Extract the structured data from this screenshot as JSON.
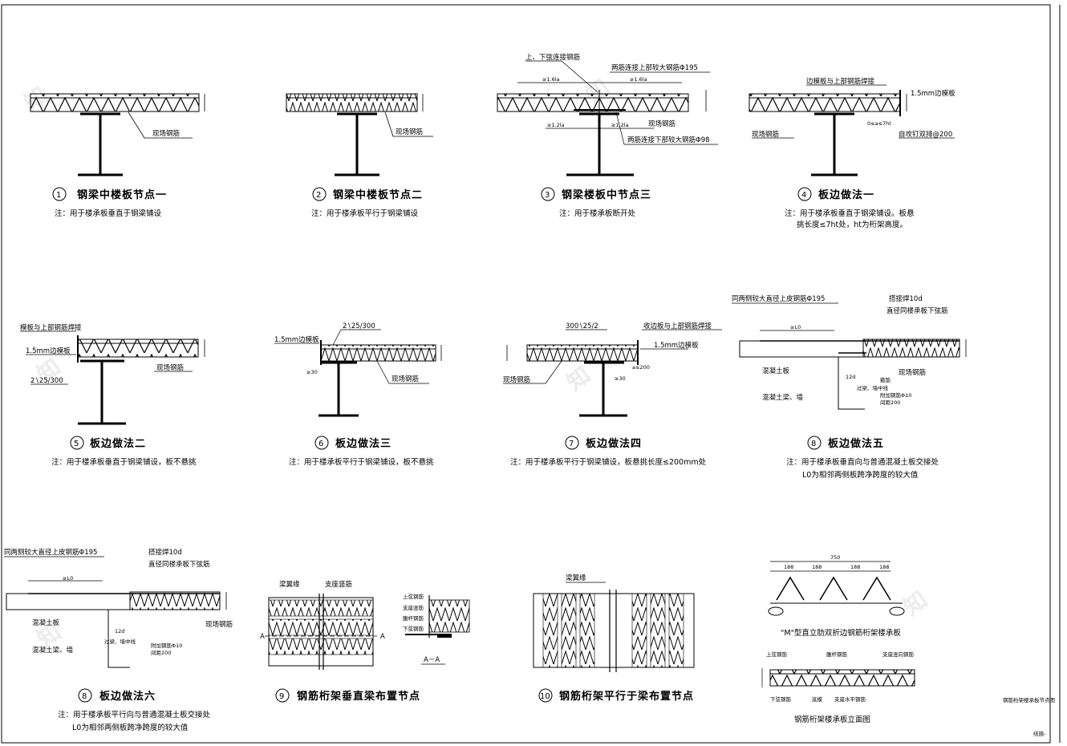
{
  "panels": [
    {
      "no": "1",
      "title": "钢梁中楼板节点一",
      "notes": [
        "注：用于楼承板垂直于钢梁铺设"
      ],
      "labels": [
        "现场钢筋"
      ]
    },
    {
      "no": "2",
      "title": "钢梁中楼板节点二",
      "notes": [
        "注：用于楼承板平行于钢梁铺设"
      ],
      "labels": [
        "现场钢筋"
      ]
    },
    {
      "no": "3",
      "title": "钢梁楼板中节点三",
      "notes": [
        "注：用于楼承板断开处"
      ],
      "labels": [
        "上、下弦连接钢筋",
        "两筋连接上部较大钢筋Φ195",
        "现场钢筋",
        "两筋连接下部较大钢筋Φ98",
        "≥1.6la",
        "≥1.6la",
        "≥1.2la",
        "≥1.2la"
      ]
    },
    {
      "no": "4",
      "title": "板边做法一",
      "notes": [
        "注：用于楼承板垂直于钢梁铺设。板悬",
        "挑长度≤7ht处，ht为桁架高度。"
      ],
      "labels": [
        "边模板与上部钢筋焊接",
        "1.5mm边模板",
        "现场钢筋",
        "自攻钉双排@200",
        "0≤a≤7ht"
      ]
    },
    {
      "no": "5",
      "title": "板边做法二",
      "notes": [
        "注：用于楼承板垂直于钢梁铺设，板不悬挑"
      ],
      "labels": [
        "模板与上部钢筋焊接",
        "1.5mm边模板",
        "2∖25/300",
        "现场钢筋"
      ]
    },
    {
      "no": "6",
      "title": "板边做法三",
      "notes": [
        "注：用于楼承板平行于钢梁铺设，板不悬挑"
      ],
      "labels": [
        "1.5mm边模板",
        "2∖25/300",
        "现场钢筋",
        "≥30"
      ]
    },
    {
      "no": "7",
      "title": "板边做法四",
      "notes": [
        "注：用于楼承板平行于钢梁铺设，板悬挑长度≤200mm处"
      ],
      "labels": [
        "300∖25/2",
        "收边板与上部钢筋焊接",
        "1.5mm边模板",
        "现场钢筋",
        "≥30",
        "a≤200"
      ]
    },
    {
      "no": "8",
      "title": "板边做法五",
      "notes": [
        "注：用于楼承板垂直向与普通混凝土板交接处",
        "L0为相邻两侧板跨净跨度的较大值"
      ],
      "labels": [
        "同两侧较大直径上皮钢筋Φ195",
        "搭接焊10d",
        "直径同楼承板下弦筋",
        "≥L0",
        "混凝土板",
        "现场钢筋",
        "混凝土梁、墙",
        "过梁、墙中线",
        "12d",
        "箍筋",
        "附加钢筋Φ10",
        "间距200"
      ]
    },
    {
      "no": "8",
      "title": "板边做法六",
      "notes": [
        "注：用于楼承板平行向与普通混凝土板交接处",
        "L0为相邻两侧板跨净跨度的较大值"
      ],
      "labels": [
        "同两侧较大直径上皮钢筋Φ195",
        "搭接焊10d",
        "直径同楼承板下弦筋",
        "≥L0",
        "混凝土板",
        "现场钢筋",
        "混凝土梁、墙",
        "过梁、墙中线",
        "12d",
        "附加钢筋Φ10",
        "间距200"
      ]
    },
    {
      "no": "9",
      "title": "钢筋桁架垂直梁布置节点",
      "notes": [],
      "labels": [
        "梁翼缘",
        "支座竖筋",
        "A",
        "A",
        "A－A",
        "上弦钢筋",
        "支座竖筋",
        "腹杆钢筋",
        "下弦钢筋"
      ]
    },
    {
      "no": "10",
      "title": "钢筋桁架平行于梁布置节点",
      "notes": [],
      "labels": [
        "梁翼缘"
      ]
    },
    {
      "no": "",
      "title": "\"M\"型直立肋双折边钢筋桁架楼承板",
      "notes": [
        "钢筋桁架楼承板立面图"
      ],
      "labels": [
        "750",
        "188",
        "188",
        "188",
        "188",
        "上弦钢筋",
        "腹杆钢筋",
        "支座竖向钢筋",
        "下弦钢筋",
        "底模",
        "支座水平钢筋"
      ]
    }
  ],
  "sheet_labels": {
    "drawing_name": "钢筋桁架楼承板节点图",
    "drawing_no": "结施-"
  }
}
